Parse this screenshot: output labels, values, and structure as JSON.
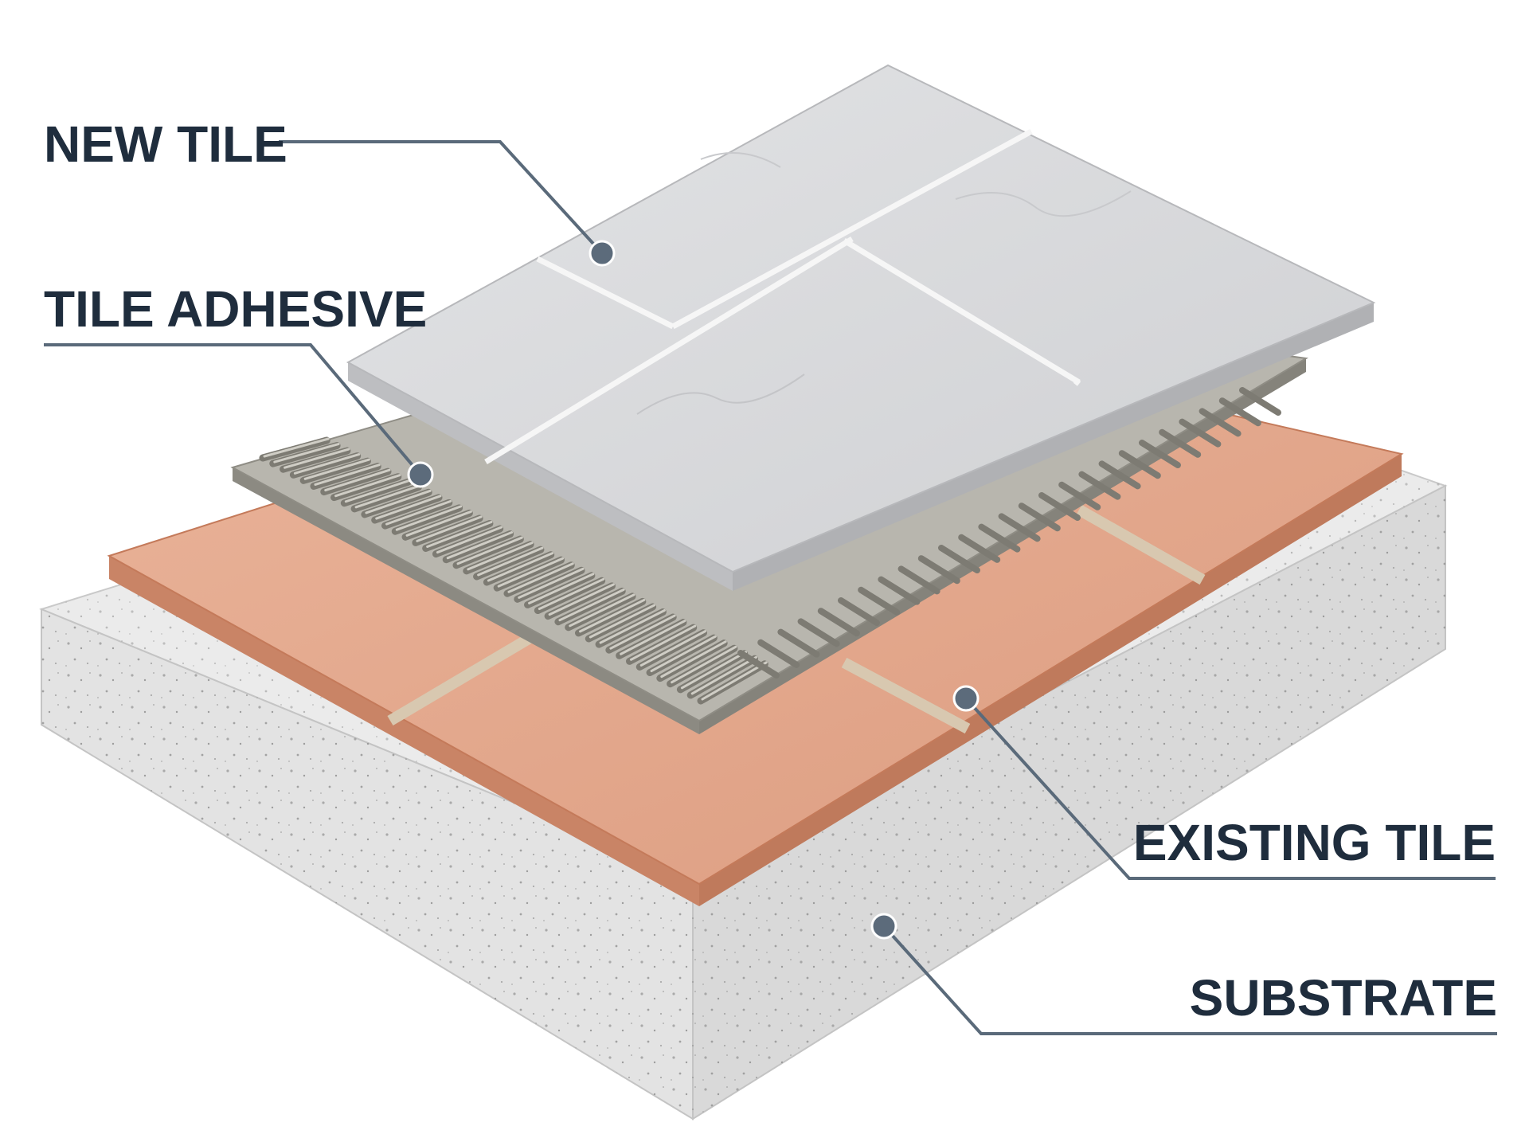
{
  "labels": {
    "new_tile": "NEW TILE",
    "tile_adhesive": "TILE ADHESIVE",
    "existing_tile": "EXISTING TILE",
    "substrate": "SUBSTRATE"
  },
  "colors": {
    "label_text": "#1f2d3d",
    "leader_line": "#5a6a7a",
    "marker_dot": "#5c6b7b",
    "new_tile": "#dfe0e2",
    "grout_light": "#f4f4f4",
    "adhesive": "#9c9a92",
    "existing_tile": "#e4a88e",
    "existing_tile_edge": "#c47a5a",
    "substrate_top": "#e9e9e9",
    "substrate_side": "#dcdcdc"
  }
}
